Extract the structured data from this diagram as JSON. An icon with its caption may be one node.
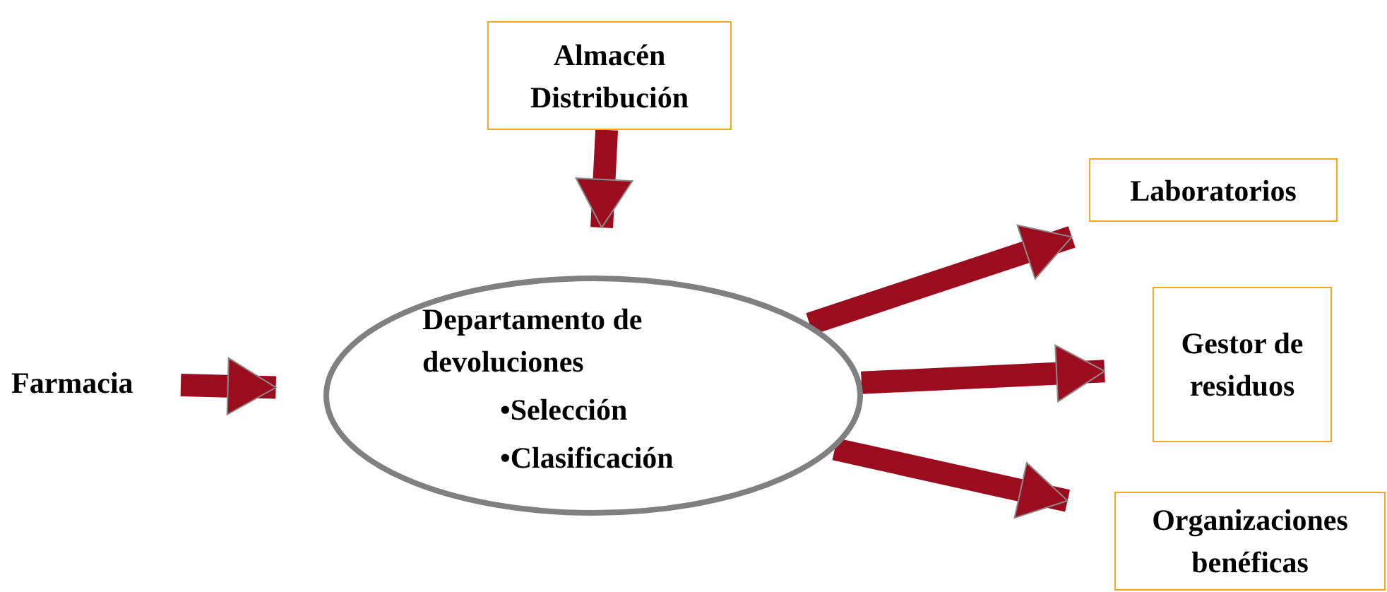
{
  "diagram": {
    "nodes": [
      {
        "text": [
          "Almacén Distribución"
        ]
      },
      {
        "text": [
          "Farmacia"
        ]
      },
      {
        "text": [
          "Departamento de devoluciones",
          "•Selección",
          "•Clasificación"
        ]
      },
      {
        "text": [
          "Laboratorios"
        ]
      },
      {
        "text": [
          "Gestor de residuos"
        ]
      },
      {
        "text": [
          "Organizaciones benéficas"
        ]
      }
    ],
    "edges": [
      {
        "from": 0,
        "to": 2,
        "arrow": "to"
      },
      {
        "from": 1,
        "to": 2,
        "arrow": "to"
      },
      {
        "from": 2,
        "to": 3,
        "arrow": "to"
      },
      {
        "from": 2,
        "to": 4,
        "arrow": "to"
      },
      {
        "from": 2,
        "to": 5,
        "arrow": "to"
      }
    ]
  }
}
